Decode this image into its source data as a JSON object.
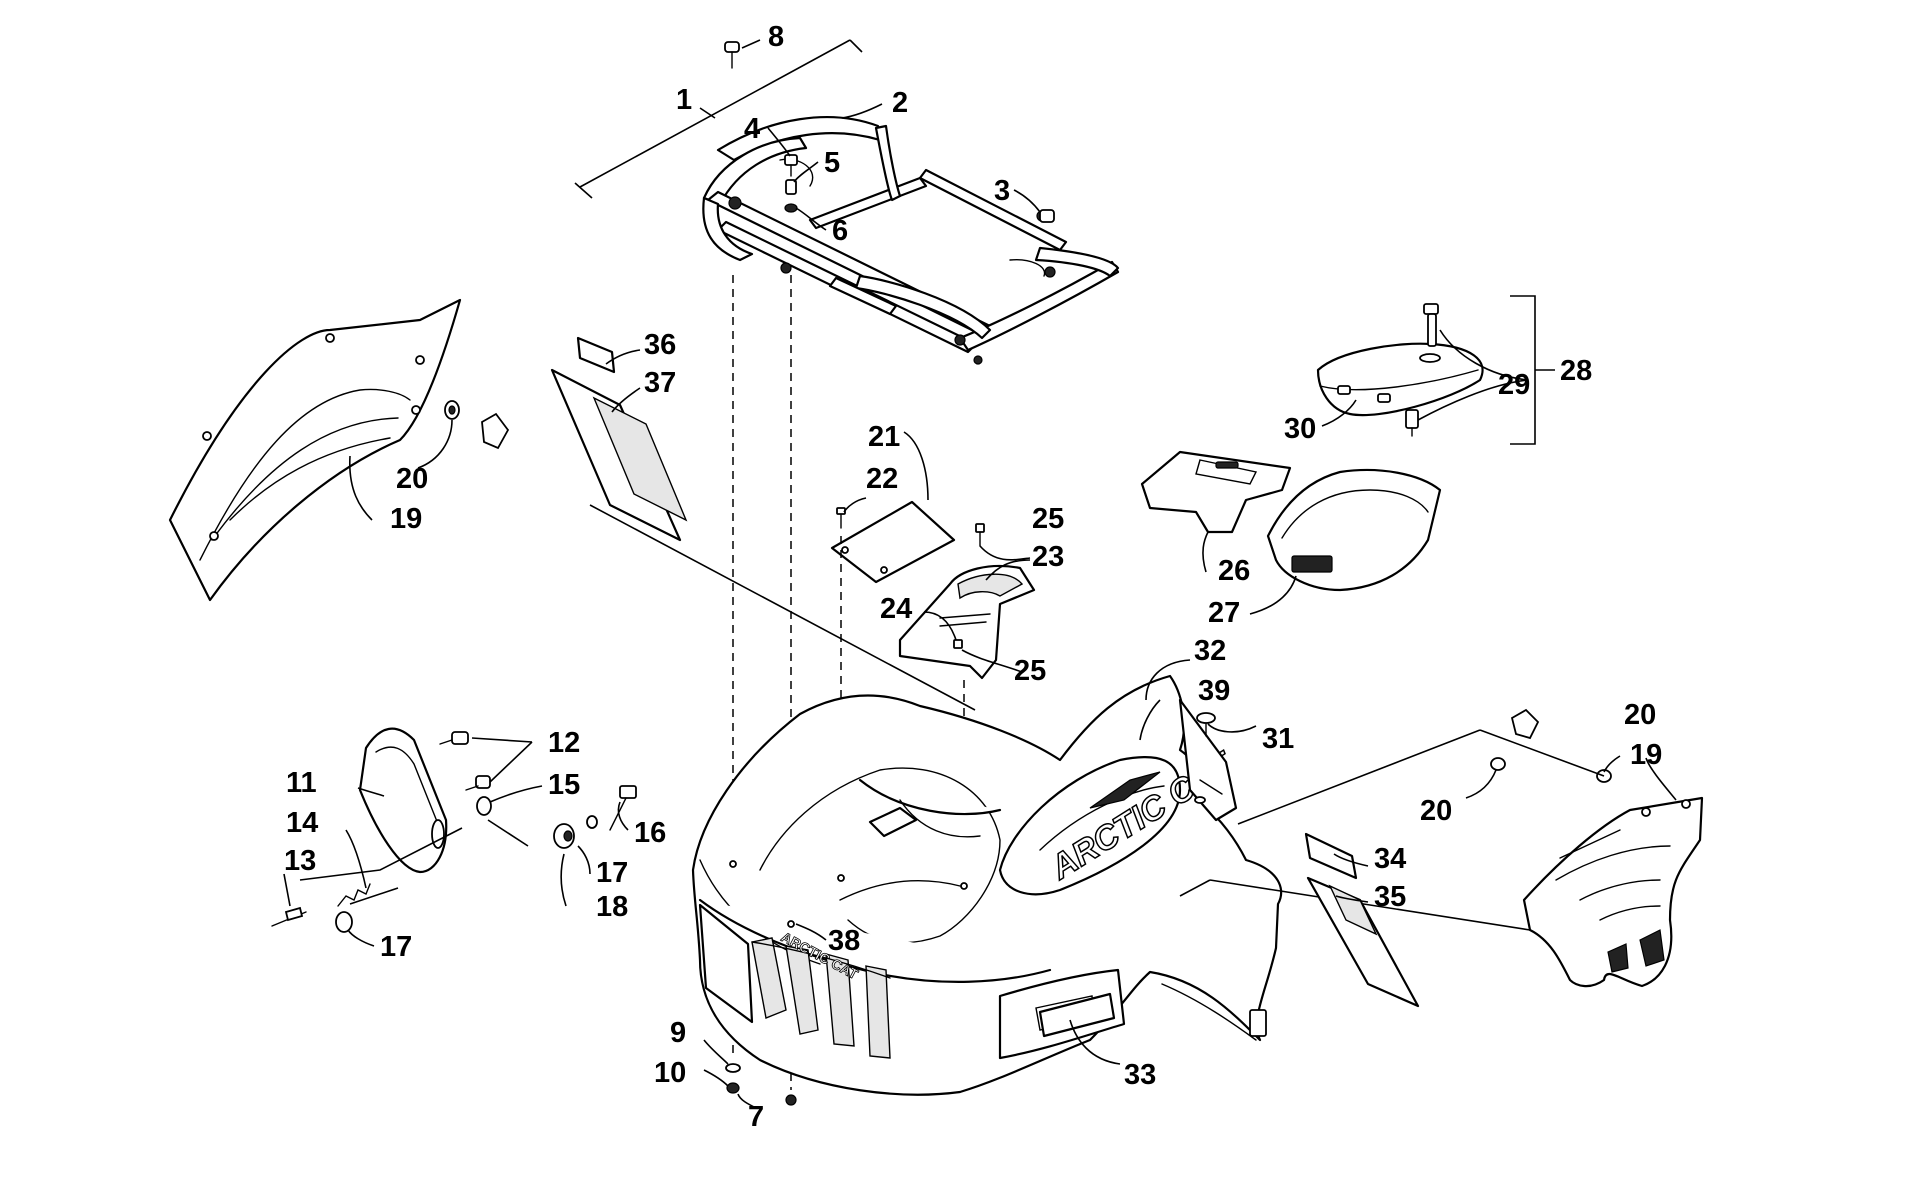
{
  "diagram": {
    "brand_text": "ARCTIC CAT",
    "callouts": [
      {
        "id": "c1",
        "text": "1"
      },
      {
        "id": "c2",
        "text": "2"
      },
      {
        "id": "c3",
        "text": "3"
      },
      {
        "id": "c4",
        "text": "4"
      },
      {
        "id": "c5",
        "text": "5"
      },
      {
        "id": "c6",
        "text": "6"
      },
      {
        "id": "c7",
        "text": "7"
      },
      {
        "id": "c8",
        "text": "8"
      },
      {
        "id": "c9",
        "text": "9"
      },
      {
        "id": "c10",
        "text": "10"
      },
      {
        "id": "c11",
        "text": "11"
      },
      {
        "id": "c12",
        "text": "12"
      },
      {
        "id": "c13",
        "text": "13"
      },
      {
        "id": "c14",
        "text": "14"
      },
      {
        "id": "c15",
        "text": "15"
      },
      {
        "id": "c16",
        "text": "16"
      },
      {
        "id": "c17a",
        "text": "17"
      },
      {
        "id": "c17b",
        "text": "17"
      },
      {
        "id": "c18",
        "text": "18"
      },
      {
        "id": "c19a",
        "text": "19"
      },
      {
        "id": "c19b",
        "text": "19"
      },
      {
        "id": "c20a",
        "text": "20"
      },
      {
        "id": "c20b",
        "text": "20"
      },
      {
        "id": "c20c",
        "text": "20"
      },
      {
        "id": "c21",
        "text": "21"
      },
      {
        "id": "c22",
        "text": "22"
      },
      {
        "id": "c23",
        "text": "23"
      },
      {
        "id": "c24",
        "text": "24"
      },
      {
        "id": "c25a",
        "text": "25"
      },
      {
        "id": "c25b",
        "text": "25"
      },
      {
        "id": "c26",
        "text": "26"
      },
      {
        "id": "c27",
        "text": "27"
      },
      {
        "id": "c28",
        "text": "28"
      },
      {
        "id": "c29",
        "text": "29"
      },
      {
        "id": "c30",
        "text": "30"
      },
      {
        "id": "c31",
        "text": "31"
      },
      {
        "id": "c32",
        "text": "32"
      },
      {
        "id": "c33",
        "text": "33"
      },
      {
        "id": "c34",
        "text": "34"
      },
      {
        "id": "c35",
        "text": "35"
      },
      {
        "id": "c36",
        "text": "36"
      },
      {
        "id": "c37",
        "text": "37"
      },
      {
        "id": "c38",
        "text": "38"
      },
      {
        "id": "c39",
        "text": "39"
      }
    ]
  }
}
